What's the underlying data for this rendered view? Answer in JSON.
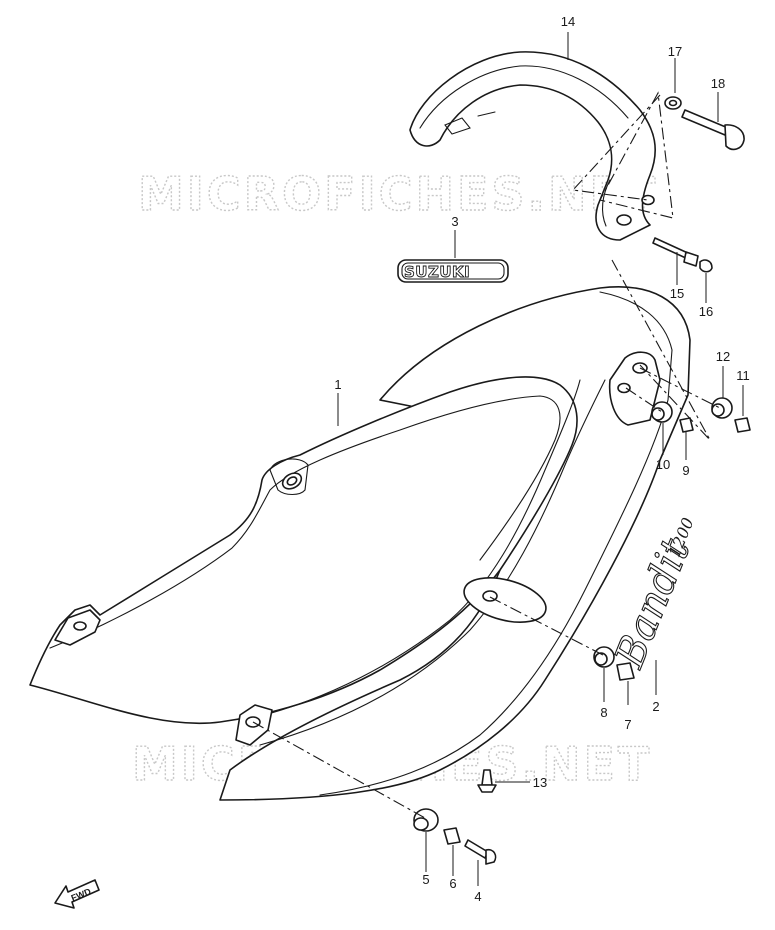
{
  "watermarks": [
    "MICROFICHES.NET",
    "MICROFICHES.NET"
  ],
  "emblem_text": "SUZUKI",
  "model_script": {
    "name": "Bandit",
    "displacement": "1200"
  },
  "direction_label": "FWD",
  "callouts": [
    "1",
    "2",
    "3",
    "4",
    "5",
    "6",
    "7",
    "8",
    "9",
    "10",
    "11",
    "12",
    "13",
    "14",
    "15",
    "16",
    "17",
    "18"
  ]
}
